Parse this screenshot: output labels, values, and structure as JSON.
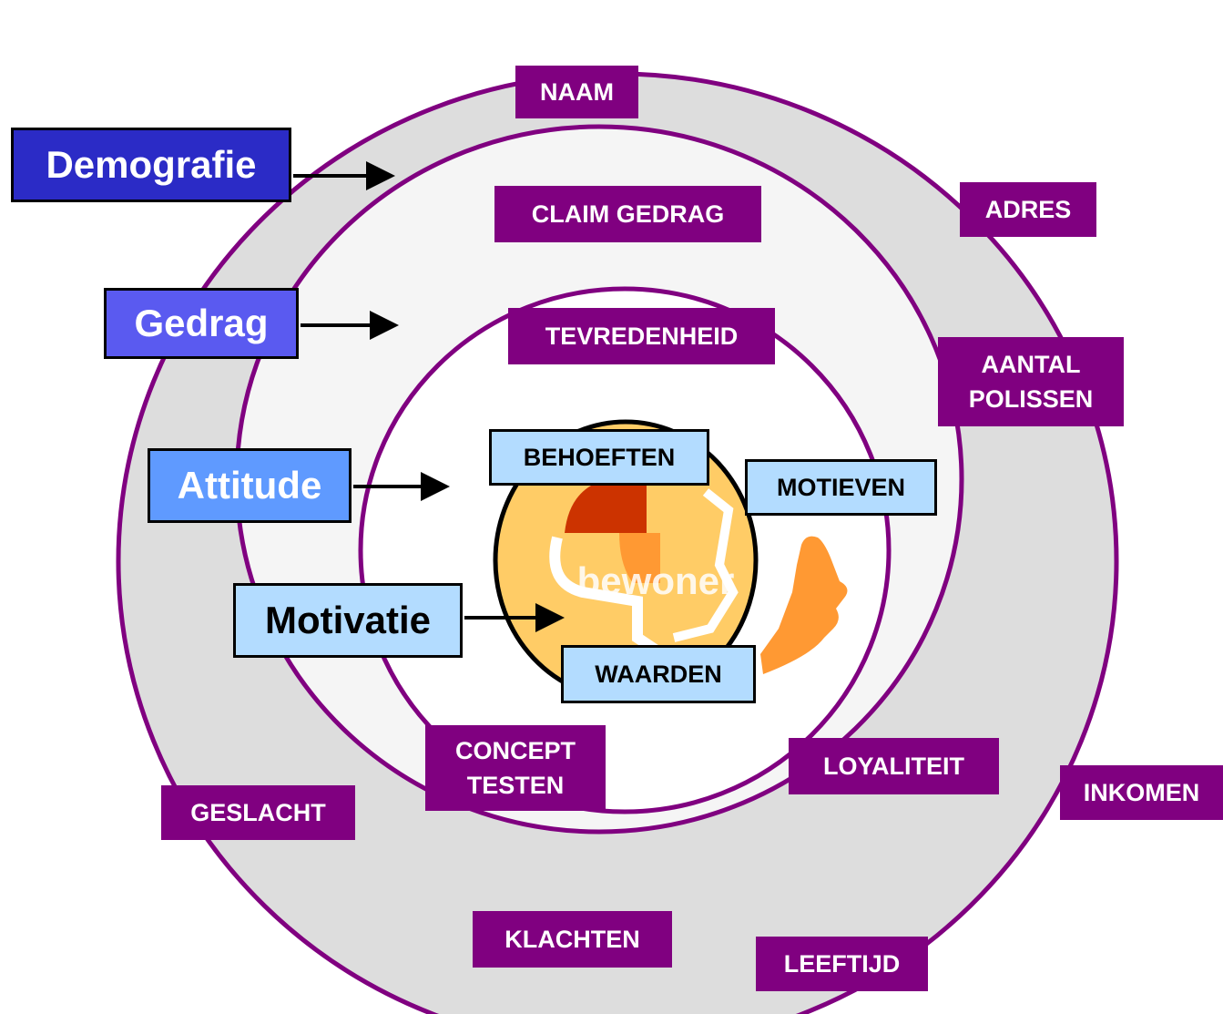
{
  "colors": {
    "ring_stroke": "#800080",
    "outer_ring_fill": "#dddddd",
    "middle_ring_fill": "#f5f5f5",
    "inner_fill": "#ffffff",
    "tag_fill": "#800080",
    "tag_text": "#ffffff",
    "core_fill": "#ffcc66",
    "demografie_fill": "#2b2bc6",
    "gedrag_fill": "#5a5af0",
    "attitude_fill": "#5f9aff",
    "motivatie_fill": "#b3dcff"
  },
  "layers": {
    "demografie": "Demografie",
    "gedrag": "Gedrag",
    "attitude": "Attitude",
    "motivatie": "Motivatie"
  },
  "outer_ring_tags": {
    "naam": "NAAM",
    "adres": "ADRES",
    "aantal_polissen": "AANTAL\nPOLISSEN",
    "inkomen": "INKOMEN",
    "leeftijd": "LEEFTIJD",
    "klachten": "KLACHTEN",
    "geslacht": "GESLACHT"
  },
  "middle_ring_tags": {
    "claim_gedrag": "CLAIM GEDRAG",
    "tevredenheid": "TEVREDENHEID",
    "loyaliteit": "LOYALITEIT",
    "concept_testen": "CONCEPT\nTESTEN"
  },
  "core_tags": {
    "behoeften": "BEHOEFTEN",
    "motieven": "MOTIEVEN",
    "waarden": "WAARDEN"
  },
  "core": {
    "center_word": "bewoner",
    "icon": "head-profile-icon"
  }
}
